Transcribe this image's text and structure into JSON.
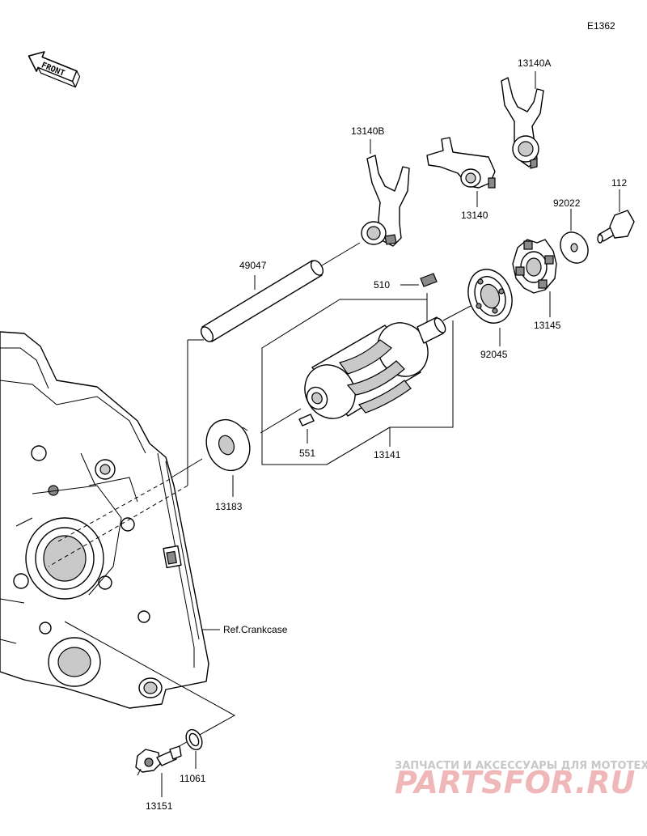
{
  "diagram": {
    "code": "E1362",
    "front_label": "FRONT",
    "ref_label": "Ref.Crankcase",
    "parts": [
      {
        "key": "p13140A",
        "label": "13140A"
      },
      {
        "key": "p13140B",
        "label": "13140B"
      },
      {
        "key": "p13140",
        "label": "13140"
      },
      {
        "key": "p112",
        "label": "112"
      },
      {
        "key": "p92022",
        "label": "92022"
      },
      {
        "key": "p49047",
        "label": "49047"
      },
      {
        "key": "p510",
        "label": "510"
      },
      {
        "key": "p13145",
        "label": "13145"
      },
      {
        "key": "p92045",
        "label": "92045"
      },
      {
        "key": "p551",
        "label": "551"
      },
      {
        "key": "p13141",
        "label": "13141"
      },
      {
        "key": "p13183",
        "label": "13183"
      },
      {
        "key": "p13151",
        "label": "13151"
      },
      {
        "key": "p11061",
        "label": "11061"
      }
    ]
  },
  "watermark": {
    "line1": "ЗАПЧАСТИ И АКСЕССУАРЫ ДЛЯ МОТОТЕХНИКИ",
    "line2": "PARTSFOR.RU"
  }
}
